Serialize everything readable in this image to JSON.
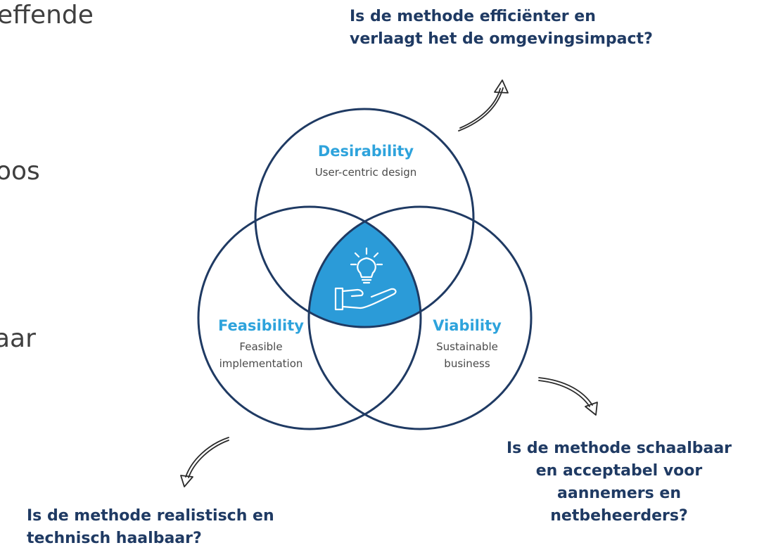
{
  "background_text": {
    "line_1": "effende",
    "line_2": "oos",
    "line_3": "aar"
  },
  "circles": {
    "desirability": {
      "title": "Desirability",
      "subtitle": "User-centric design"
    },
    "feasibility": {
      "title": "Feasibility",
      "subtitle_line_1": "Feasible",
      "subtitle_line_2": "implementation"
    },
    "viability": {
      "title": "Viability",
      "subtitle_line_1": "Sustainable",
      "subtitle_line_2": "business"
    }
  },
  "center_icon": "lightbulb-in-hand-icon",
  "questions": {
    "top_line_1": "Is de methode efficiënter en",
    "top_line_2": "verlaagt het de omgevingsimpact?",
    "right_line_1": "Is de methode schaalbaar",
    "right_line_2": "en acceptabel voor",
    "right_line_3": "aannemers en",
    "right_line_4": "netbeheerders?",
    "bottom_line_1": "Is de methode realistisch en",
    "bottom_line_2": "technisch haalbaar?"
  },
  "colors": {
    "circle_stroke": "#1f3a63",
    "accent_blue": "#2ea3dc",
    "center_fill": "#2b9bd8",
    "question_text": "#1f3a63"
  }
}
